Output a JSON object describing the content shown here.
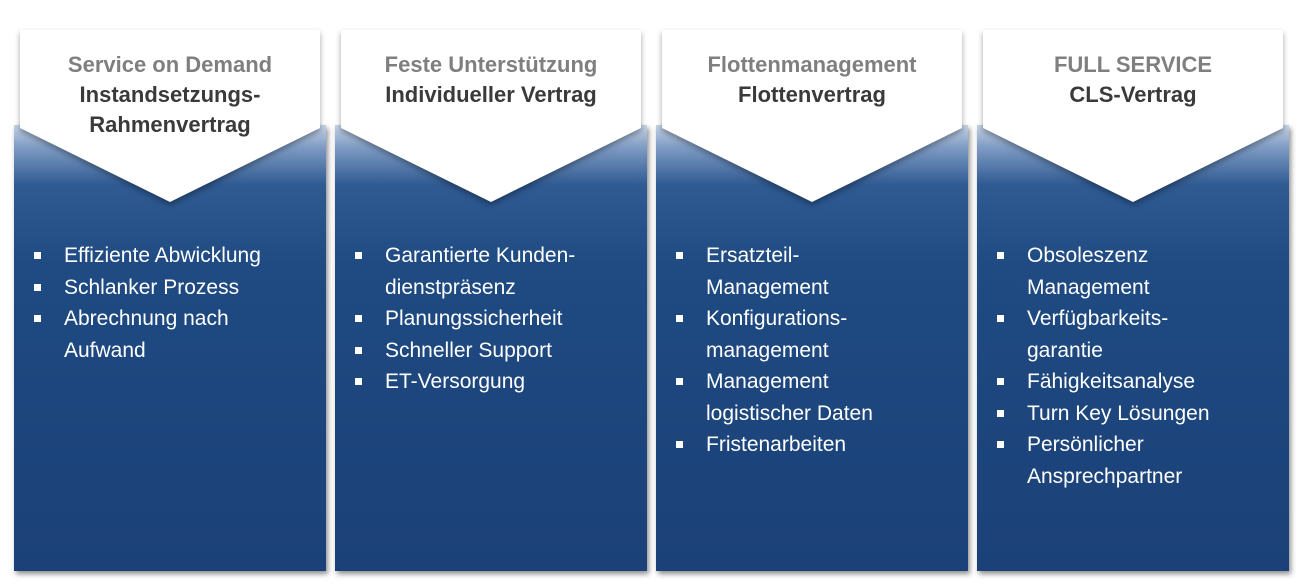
{
  "columns": [
    {
      "title": "Service on Demand",
      "subtitle_lines": [
        "Instandsetzungs-",
        "Rahmenvertrag"
      ],
      "items": [
        [
          "Effiziente Abwicklung"
        ],
        [
          "Schlanker Prozess"
        ],
        [
          "Abrechnung nach",
          "Aufwand"
        ]
      ]
    },
    {
      "title": "Feste Unterstützung",
      "subtitle_lines": [
        "Individueller Vertrag"
      ],
      "items": [
        [
          "Garantierte Kunden-",
          "dienstpräsenz"
        ],
        [
          "Planungssicherheit"
        ],
        [
          "Schneller Support"
        ],
        [
          "ET-Versorgung"
        ]
      ]
    },
    {
      "title": "Flottenmanagement",
      "subtitle_lines": [
        "Flottenvertrag"
      ],
      "items": [
        [
          "Ersatzteil-",
          "Management"
        ],
        [
          "Konfigurations-",
          "management"
        ],
        [
          "Management",
          "logistischer Daten"
        ],
        [
          "Fristenarbeiten"
        ]
      ]
    },
    {
      "title": "FULL SERVICE",
      "subtitle_lines": [
        "CLS-Vertrag"
      ],
      "items": [
        [
          "Obsoleszenz",
          "Management"
        ],
        [
          "Verfügbarkeits-",
          "garantie"
        ],
        [
          "Fähigkeitsanalyse"
        ],
        [
          "Turn Key Lösungen"
        ],
        [
          "Persönlicher",
          "Ansprechpartner"
        ]
      ]
    }
  ]
}
